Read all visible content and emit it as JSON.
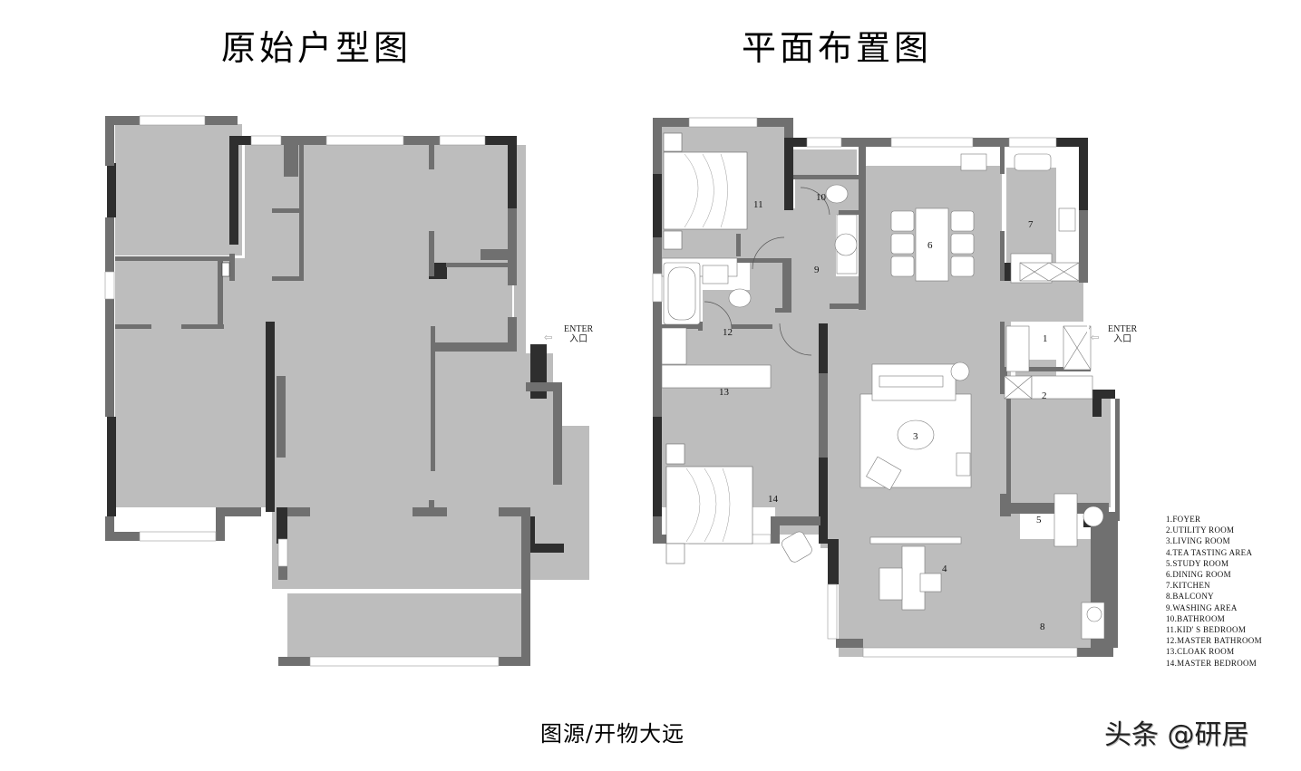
{
  "titles": {
    "original": "原始户型图",
    "layout": "平面布置图"
  },
  "entrance": {
    "en": "ENTER",
    "zh": "入口"
  },
  "room_numbers": [
    "1",
    "2",
    "3",
    "4",
    "5",
    "6",
    "7",
    "8",
    "9",
    "10",
    "11",
    "12",
    "13",
    "14"
  ],
  "legend": [
    "1.FOYER",
    "2.UTILITY ROOM",
    "3.LIVING ROOM",
    "4.TEA TASTING AREA",
    "5.STUDY ROOM",
    "6.DINING ROOM",
    "7.KITCHEN",
    "8.BALCONY",
    "9.WASHING AREA",
    "10.BATHROOM",
    "11.KID' S BEDROOM",
    "12.MASTER BATHROOM",
    "13.CLOAK ROOM",
    "14.MASTER BEDROOM"
  ],
  "source": "图源/开物大远",
  "watermark": "头条 @研居",
  "colors": {
    "floor": "#bdbdbd",
    "wall_dark": "#2e2e2e",
    "wall_mid": "#6e6e6e",
    "furniture": "#ffffff"
  }
}
